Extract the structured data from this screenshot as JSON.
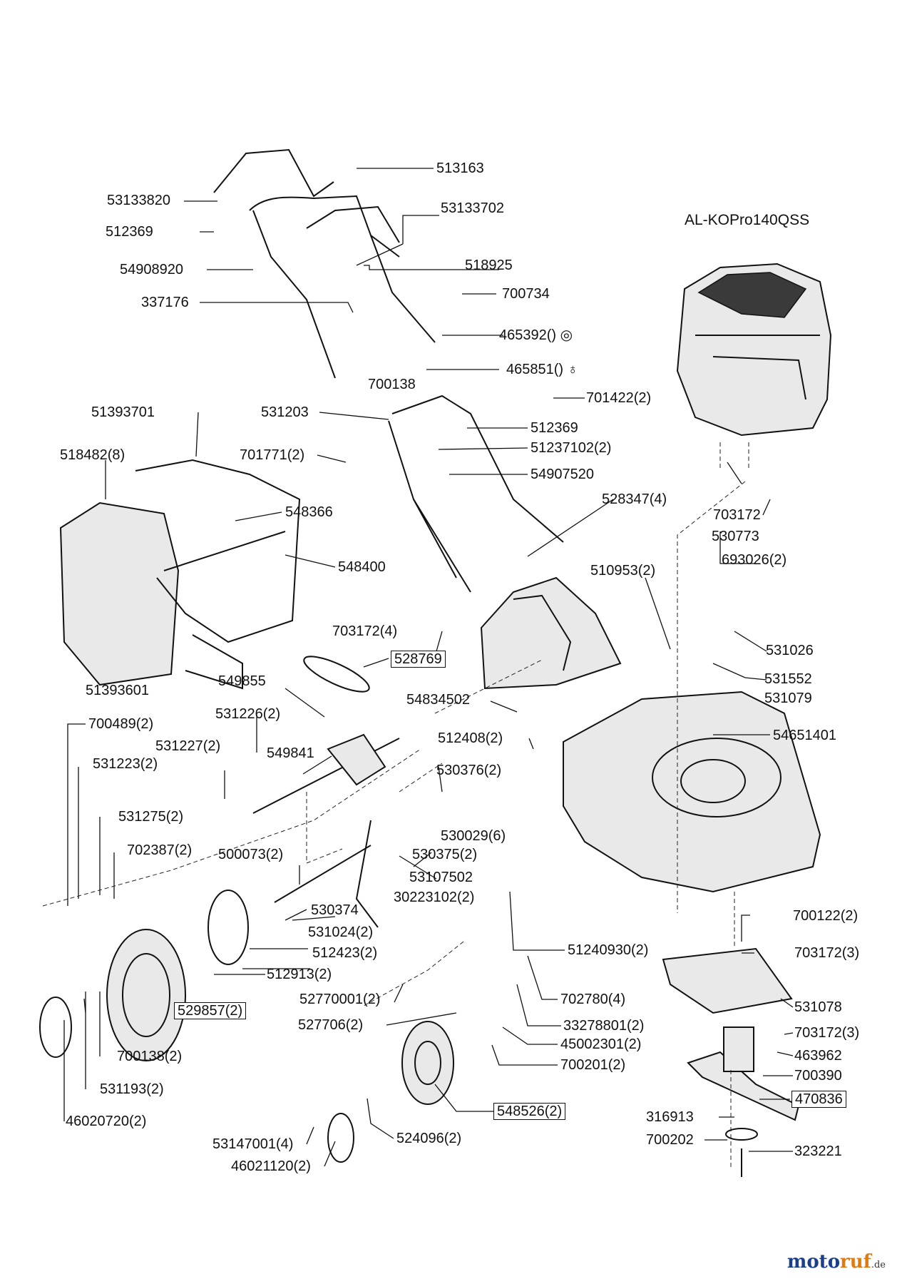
{
  "diagram": {
    "engine_title": "AL-KOPro140QSS",
    "labels": [
      "513163",
      "53133820",
      "53133702",
      "512369",
      "54908920",
      "518925",
      "337176",
      "700734",
      "465392()",
      "465851()",
      "700138",
      "701422(2)",
      "531203",
      "512369",
      "51237102(2)",
      "701771(2)",
      "54907520",
      "51393701",
      "518482(8)",
      "548366",
      "548400",
      "528347(4)",
      "703172",
      "530773",
      "693026(2)",
      "510953(2)",
      "703172(4)",
      "531026",
      "51393601",
      "528769",
      "549855",
      "531552",
      "54834502",
      "531079",
      "700489(2)",
      "531226(2)",
      "531227(2)",
      "549841",
      "512408(2)",
      "54651401",
      "531223(2)",
      "530376(2)",
      "531275(2)",
      "530029(6)",
      "702387(2)",
      "500073(2)",
      "530375(2)",
      "53107502",
      "530374",
      "30223102(2)",
      "700122(2)",
      "531024(2)",
      "512423(2)",
      "51240930(2)",
      "703172(3)",
      "512913(2)",
      "52770001(2)",
      "702780(4)",
      "531078",
      "529857(2)",
      "527706(2)",
      "33278801(2)",
      "45002301(2)",
      "703172(3)",
      "700138(2)",
      "700201(2)",
      "463962",
      "700390",
      "531193(2)",
      "548526(2)",
      "470836",
      "316913",
      "46020720(2)",
      "700202",
      "323221",
      "53147001(4)",
      "524096(2)",
      "46021120(2)"
    ]
  },
  "watermark": {
    "m1": "moto",
    "m2": "ruf",
    "tld": ".de"
  }
}
